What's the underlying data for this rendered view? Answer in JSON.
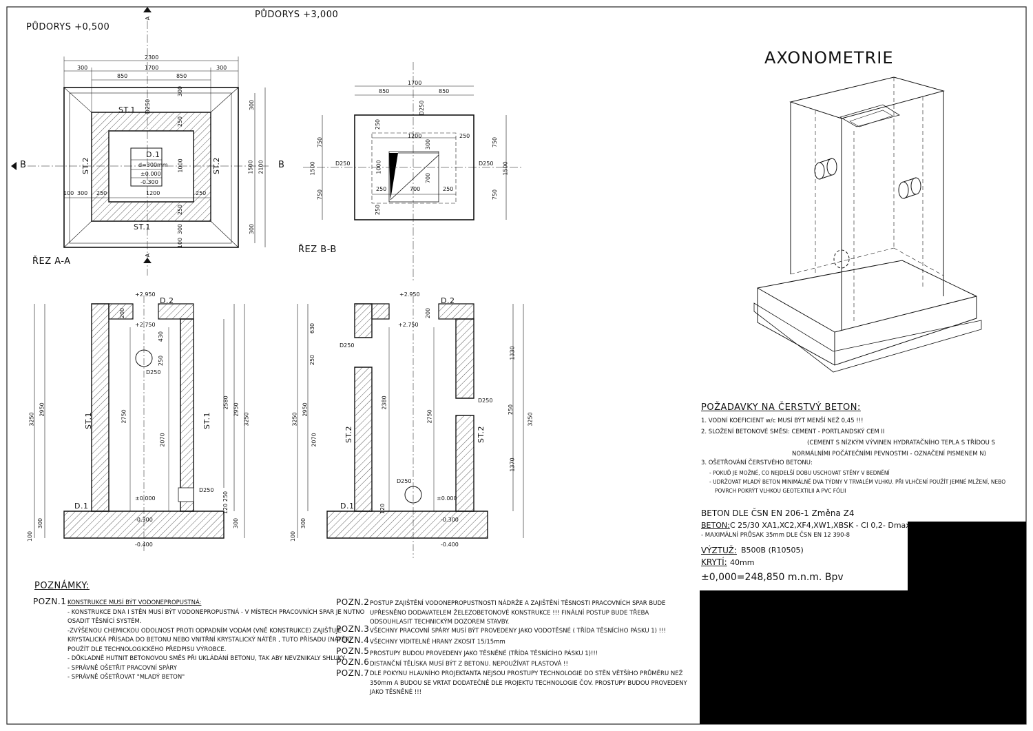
{
  "titles": {
    "plan_low": "PŮDORYS +0,500",
    "plan_high": "PŮDORYS +3,000",
    "section_a": "ŘEZ A-A",
    "section_b": "ŘEZ B-B",
    "axono": "AXONOMETRIE"
  },
  "section_markers": {
    "a": "A",
    "b": "B"
  },
  "plan_left": {
    "dims_top": [
      "2300",
      "300",
      "1700",
      "300",
      "850",
      "850"
    ],
    "dims_right": [
      "300",
      "1500",
      "2100",
      "300"
    ],
    "dims_bottom": [
      "100",
      "300",
      "250",
      "1200",
      "250"
    ],
    "dims_vertical_inner": [
      "D250",
      "300",
      "250",
      "1000",
      "250",
      "300",
      "100"
    ],
    "labels": [
      "ST.1",
      "ST.1",
      "ST.2",
      "ST.2",
      "D.1",
      "d=300mm",
      "±0.000",
      "-0.300"
    ]
  },
  "plan_right": {
    "dims_top": [
      "1700",
      "850",
      "850"
    ],
    "dims_inner": [
      "250",
      "1200",
      "250",
      "300",
      "1000",
      "700",
      "250",
      "700",
      "250",
      "250"
    ],
    "dims_left": [
      "750",
      "1500",
      "750"
    ],
    "dims_right": [
      "750",
      "1500",
      "750"
    ],
    "labels": [
      "D250",
      "D250",
      "D250"
    ]
  },
  "section_left": {
    "levels": [
      "+2.950",
      "+2.750",
      "±0.000",
      "-0.300",
      "-0.400"
    ],
    "labels": [
      "D.2",
      "D.1",
      "ST.1",
      "ST.1",
      "D250",
      "D250"
    ],
    "dims": [
      "3250",
      "2950",
      "300",
      "100",
      "200",
      "430",
      "250",
      "2750",
      "2070",
      "2580",
      "2950",
      "3250",
      "250",
      "120",
      "300"
    ]
  },
  "section_right": {
    "levels": [
      "+2.950",
      "+2.750",
      "±0.000",
      "-0.300",
      "-0.400"
    ],
    "labels": [
      "D.2",
      "D.1",
      "ST.2",
      "ST.2",
      "D250",
      "D250",
      "D250"
    ],
    "dims": [
      "3250",
      "2950",
      "2070",
      "630",
      "250",
      "200",
      "2380",
      "2750",
      "1330",
      "250",
      "1370",
      "3250",
      "120",
      "300",
      "100"
    ]
  },
  "requirements": {
    "title": "POŽADAVKY NA ČERSTVÝ BETON:",
    "lines": [
      "1. VODNÍ KOEFICIENT w/c MUSÍ BÝT MENŠÍ NEŽ 0,45 !!!",
      "2. SLOŽENÍ BETONOVÉ SMĚSI: CEMENT - PORTLANDSKÝ CEM II",
      "(CEMENT S NÍZKÝM VÝVINEN HYDRATAČNÍHO TEPLA S TŘÍDOU S",
      "NORMÁLNÍMI POČÁTEČNÍMI PEVNOSTMI - OZNAČENÍ PISMENEM N)",
      "3. OŠETŘOVÁNÍ ČERSTVÉHO BETONU:",
      "- POKUĎ JE MOŽNÉ, CO NEJDELŠÍ DOBU USCHOVAT STĚNY V BEDNĚNÍ",
      "- UDRŽOVAT MLADÝ BETON MINIMÁLNĚ DVA TÝDNY V TRVALÉM VLHKU. PŘI VLHČENÍ POUŽÍT JEMNÉ MLŽENÍ, NEBO",
      "POVRCH POKRÝT VLHKOU GEOTEXTILII A PVC FÓLII"
    ]
  },
  "concrete": {
    "norm": "BETON DLE ČSN EN 206-1 Změna Z4",
    "beton_label": "BETON:",
    "beton_value": "C 25/30 XA1,XC2,XF4,XW1,XBSK - Cl 0,2- Dmax",
    "permeability": "- MAXIMÁLNÍ PRŮSAK 35mm DLE ČSN EN 12 390-8",
    "rebar_label": "VÝZTUŽ:",
    "rebar_value": "B500B (R10505)",
    "cover_label": "KRYTÍ:",
    "cover_value": "40mm",
    "elevation": "±0,000=248,850 m.n.m. Bpv"
  },
  "notes": {
    "title": "POZNÁMKY:",
    "pozn1_label": "POZN.1",
    "pozn1_lines": [
      "KONSTRUKCE MUSÍ BÝT VODONEPROPUSTNÁ:",
      "- KONSTRUKCE DNA I STĚN MUSÍ BÝT VODONEPROPUSTNÁ - V MÍSTECH PRACOVNÍCH SPAR JE NUTNO",
      "OSADIT TĚSNÍCÍ SYSTÉM.",
      "-ZVÝŠENOU CHEMICKOU ODOLNOST PROTI ODPADNÍM VODÁM (VNĚ KONSTRUKCE) ZAJIŠŤUJE",
      "KRYSTALICKÁ PŘÍSADA DO BETONU NEBO VNITŘNÍ KRYSTALICKÝ NÁTĚR , TUTO PŘÍSADU (NÁTĚR)",
      "POUŽÍT DLE TECHNOLOGICKÉHO PŘEDPISU VÝROBCE.",
      "- DŮKLADNĚ HUTNIT BETONOVOU SMĚS PŘI UKLÁDÁNÍ BETONU, TAK ABY NEVZNIKALY SHLUKY",
      "- SPRÁVNĚ OŠETŘIT PRACOVNÍ SPÁRY",
      "- SPRÁVNĚ OŠETŘOVAT \"MLADÝ BETON\""
    ],
    "pozn2_label": "POZN.2",
    "pozn2_lines": [
      "POSTUP ZAJIŠTĚNÍ VODONEPROPUSTNOSTI NÁDRŽE A ZAJIŠTĚNÍ TĚSNOSTI PRACOVNÍCH SPAR BUDE",
      "UPŘESNĚNO DODAVATELEM ŽELEZOBETONOVÉ KONSTRUKCE !!! FINÁLNÍ POSTUP BUDE TŘEBA",
      "ODSOUHLASIT TECHNICKÝM DOZOREM STAVBY."
    ],
    "pozn3_label": "POZN.3",
    "pozn3": "VŠECHNY PRACOVNÍ SPÁRY MUSÍ BÝT PROVEDENY JAKO VODOTĚSNÉ ( TŘÍDA TĚSNÍCÍHO PÁSKU 1) !!!",
    "pozn4_label": "POZN.4",
    "pozn4": "VŠECHNY VIDITELNÉ HRANY ZKOSIT 15/15mm",
    "pozn5_label": "POZN.5",
    "pozn5": "PROSTUPY BUDOU PROVEDENY JAKO TĚSNĚNÉ (TŘÍDA TĚSNÍCÍHO PÁSKU 1)!!!",
    "pozn6_label": "POZN.6",
    "pozn6": "DISTANČNÍ TĚLÍSKA MUSÍ BÝT Z BETONU. NEPOUŽÍVAT PLASTOVÁ !!",
    "pozn7_label": "POZN.7",
    "pozn7_lines": [
      "DLE POKYNU HLAVNÍHO PROJEKTANTA NEJSOU PROSTUPY TECHNOLOGIE DO STĚN VĚTŠÍHO PRŮMĚRU NEŽ",
      "350mm A BUDOU SE VRTAT DODATEČNĚ DLE PROJEKTU TECHNOLOGIE ČOV. PROSTUPY BUDOU PROVEDENY",
      "JAKO TĚSNĚNÉ !!!"
    ]
  }
}
